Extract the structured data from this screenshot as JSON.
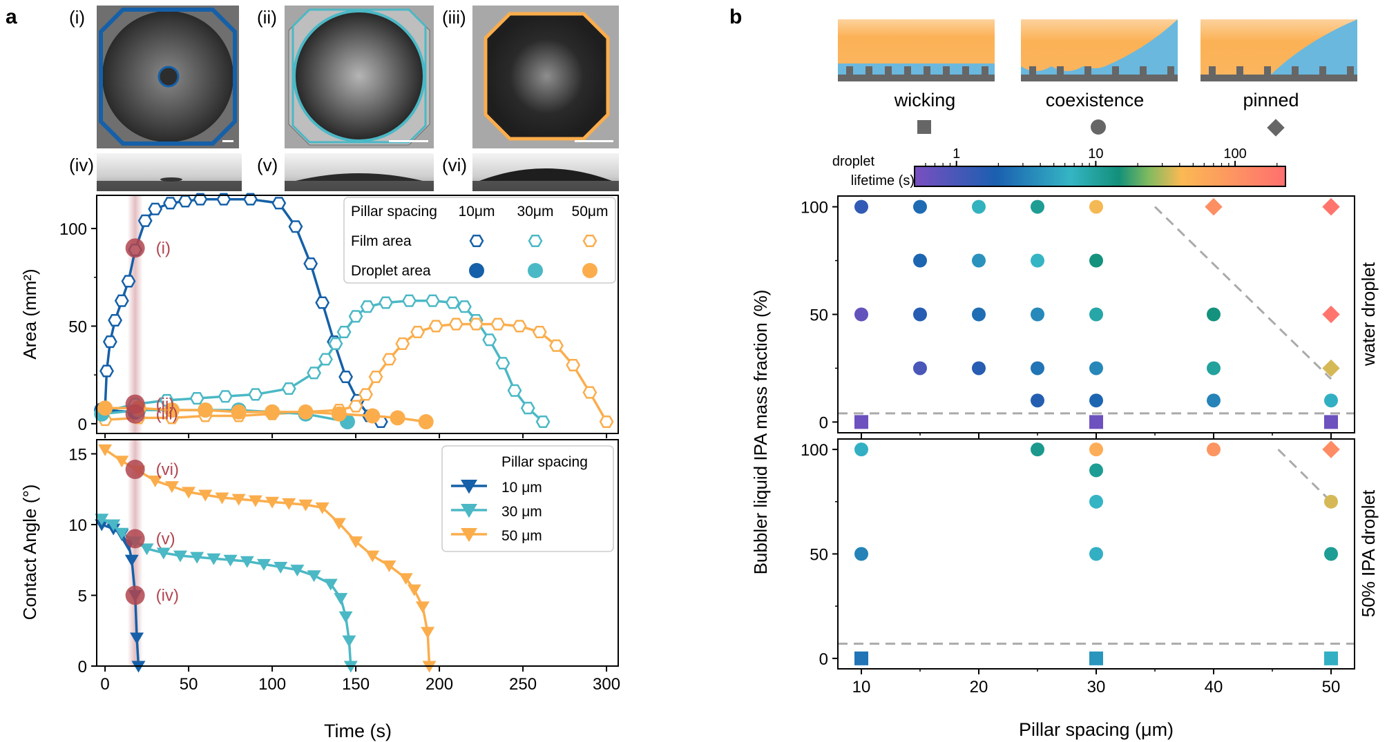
{
  "panels": {
    "a": "a",
    "b": "b"
  },
  "images": {
    "top": [
      "(i)",
      "(ii)",
      "(iii)"
    ],
    "side": [
      "(iv)",
      "(v)",
      "(vi)"
    ]
  },
  "colors": {
    "c10": "#1560a8",
    "c30": "#4bb8c5",
    "c50": "#fbad4c",
    "marker": "#b0454f",
    "grey": "#666666"
  },
  "chart_data": [
    {
      "type": "line",
      "id": "area",
      "xlabel": "",
      "ylabel": "Area (mm²)",
      "xlim": [
        -5,
        307
      ],
      "ylim": [
        -5,
        117
      ],
      "yticks": [
        0,
        50,
        100
      ],
      "grid": false,
      "legend": {
        "title": "Pillar spacing",
        "columns": [
          "10μm",
          "30μm",
          "50μm"
        ],
        "rows": [
          "Film area",
          "Droplet area"
        ],
        "placement": "top-right"
      },
      "series": [
        {
          "group": "10μm",
          "kind": "film",
          "x": [
            0,
            1,
            3,
            6,
            10,
            14,
            18,
            24,
            30,
            39,
            48,
            57,
            71,
            87,
            104,
            114,
            123,
            130,
            137,
            144,
            151,
            158,
            165
          ],
          "y": [
            8,
            27,
            42,
            53,
            63,
            73,
            89,
            104,
            110,
            113,
            114,
            115,
            115,
            115,
            113,
            101,
            82,
            62,
            42,
            24,
            12,
            4,
            1
          ]
        },
        {
          "group": "30μm",
          "kind": "film",
          "x": [
            -2,
            18,
            37,
            55,
            72,
            90,
            110,
            125,
            132,
            138,
            143,
            150,
            157,
            168,
            182,
            196,
            208,
            215,
            222,
            230,
            238,
            245,
            253,
            262
          ],
          "y": [
            6,
            10,
            12,
            13,
            14,
            15,
            18,
            26,
            33,
            41,
            47,
            55,
            60,
            62,
            63,
            63,
            62,
            60,
            53,
            43,
            31,
            17,
            8,
            1
          ]
        },
        {
          "group": "50μm",
          "kind": "film",
          "x": [
            0,
            20,
            40,
            60,
            80,
            100,
            120,
            140,
            150,
            156,
            162,
            170,
            178,
            187,
            198,
            210,
            222,
            235,
            248,
            260,
            270,
            280,
            290,
            300
          ],
          "y": [
            2,
            3,
            3,
            4,
            4,
            5,
            6,
            7,
            9,
            15,
            24,
            33,
            41,
            47,
            50,
            51,
            51,
            51,
            50,
            47,
            40,
            30,
            16,
            1
          ]
        },
        {
          "group": "10μm",
          "kind": "droplet",
          "x": [
            -2,
            18
          ],
          "y": [
            7,
            6
          ]
        },
        {
          "group": "30μm",
          "kind": "droplet",
          "x": [
            -2,
            20,
            40,
            60,
            80,
            100,
            120,
            145
          ],
          "y": [
            5,
            7,
            7,
            7,
            7,
            6,
            5,
            1
          ]
        },
        {
          "group": "50μm",
          "kind": "droplet",
          "x": [
            0,
            20,
            40,
            60,
            80,
            100,
            120,
            140,
            160,
            175,
            192
          ],
          "y": [
            8,
            8,
            7,
            7,
            6,
            6,
            6,
            5,
            4,
            3,
            1
          ]
        }
      ],
      "annotations": [
        {
          "label": "(i)",
          "x": 18,
          "y": 90
        },
        {
          "label": "(ii)",
          "x": 18,
          "y": 10
        },
        {
          "label": "(iii)",
          "x": 18,
          "y": 5
        }
      ],
      "highlight_x": 18
    },
    {
      "type": "line",
      "id": "angle",
      "xlabel": "Time (s)",
      "ylabel": "Contact Angle (°)",
      "xlim": [
        -5,
        307
      ],
      "ylim": [
        0,
        16
      ],
      "xticks": [
        0,
        50,
        100,
        150,
        200,
        250,
        300
      ],
      "yticks": [
        0,
        5,
        10,
        15
      ],
      "grid": false,
      "legend": {
        "title": "Pillar spacing",
        "entries": [
          "10 μm",
          "30 μm",
          "50 μm"
        ],
        "placement": "top-right"
      },
      "series": [
        {
          "name": "10 μm",
          "x": [
            -2,
            5,
            10,
            14,
            16,
            18,
            19,
            20
          ],
          "y": [
            10.0,
            9.7,
            9.3,
            8.6,
            7.5,
            5.0,
            2.0,
            0.0
          ]
        },
        {
          "name": "30 μm",
          "x": [
            -2,
            5,
            10,
            18,
            25,
            35,
            45,
            55,
            65,
            75,
            85,
            95,
            105,
            115,
            125,
            135,
            141,
            144,
            146,
            147
          ],
          "y": [
            10.4,
            10.0,
            9.4,
            8.8,
            8.3,
            8.0,
            7.8,
            7.7,
            7.6,
            7.5,
            7.4,
            7.2,
            7.0,
            6.8,
            6.4,
            5.8,
            4.8,
            3.5,
            1.8,
            0.0
          ]
        },
        {
          "name": "50 μm",
          "x": [
            0,
            10,
            20,
            30,
            40,
            50,
            60,
            70,
            80,
            90,
            100,
            110,
            120,
            130,
            140,
            150,
            160,
            170,
            180,
            185,
            190,
            193,
            194
          ],
          "y": [
            15.3,
            14.5,
            13.8,
            13.1,
            12.7,
            12.3,
            12.1,
            11.9,
            11.8,
            11.7,
            11.6,
            11.5,
            11.4,
            11.2,
            10.1,
            8.8,
            7.8,
            7.1,
            6.2,
            5.4,
            4.2,
            2.4,
            0.0
          ]
        }
      ],
      "annotations": [
        {
          "label": "(vi)",
          "x": 18,
          "y": 13.9
        },
        {
          "label": "(v)",
          "x": 18,
          "y": 9.0
        },
        {
          "label": "(iv)",
          "x": 18,
          "y": 5.0
        }
      ],
      "highlight_x": 18
    },
    {
      "type": "scatter",
      "id": "phase",
      "xlabel": "Pillar spacing (μm)",
      "ylabel": "Bubbler liquid IPA mass fraction (%)",
      "xlim": [
        8,
        52
      ],
      "xticks": [
        10,
        20,
        30,
        40,
        50
      ],
      "yticks": [
        0,
        50,
        100
      ],
      "grid": false,
      "regimes": [
        "wicking",
        "coexistence",
        "pinned"
      ],
      "regime_markers": [
        "square",
        "circle",
        "diamond"
      ],
      "colorbar": {
        "label_top": "droplet",
        "label_bottom": "lifetime (s)",
        "ticks": [
          "1",
          "10",
          "100"
        ],
        "scale": "log",
        "range": [
          0.5,
          230
        ]
      },
      "subplots": [
        {
          "side_label": "water droplet",
          "ylim": [
            -5,
            105
          ],
          "threshold": 4,
          "dashed_line": {
            "x": [
              35,
              50
            ],
            "y": [
              100,
              20
            ]
          },
          "points": [
            {
              "x": 10,
              "y": 100,
              "m": "circle",
              "t": 1.4
            },
            {
              "x": 15,
              "y": 100,
              "m": "circle",
              "t": 2.3
            },
            {
              "x": 20,
              "y": 100,
              "m": "circle",
              "t": 7
            },
            {
              "x": 25,
              "y": 100,
              "m": "circle",
              "t": 11
            },
            {
              "x": 30,
              "y": 100,
              "m": "circle",
              "t": 40
            },
            {
              "x": 40,
              "y": 100,
              "m": "diamond",
              "t": 110
            },
            {
              "x": 50,
              "y": 100,
              "m": "diamond",
              "t": 200
            },
            {
              "x": 15,
              "y": 75,
              "m": "circle",
              "t": 2.1
            },
            {
              "x": 20,
              "y": 75,
              "m": "circle",
              "t": 4
            },
            {
              "x": 25,
              "y": 75,
              "m": "circle",
              "t": 6.5
            },
            {
              "x": 30,
              "y": 75,
              "m": "circle",
              "t": 14
            },
            {
              "x": 10,
              "y": 50,
              "m": "circle",
              "t": 0.7
            },
            {
              "x": 15,
              "y": 50,
              "m": "circle",
              "t": 1.6
            },
            {
              "x": 20,
              "y": 50,
              "m": "circle",
              "t": 2.4
            },
            {
              "x": 25,
              "y": 50,
              "m": "circle",
              "t": 3.5
            },
            {
              "x": 30,
              "y": 50,
              "m": "circle",
              "t": 9
            },
            {
              "x": 40,
              "y": 50,
              "m": "circle",
              "t": 14
            },
            {
              "x": 50,
              "y": 50,
              "m": "diamond",
              "t": 200
            },
            {
              "x": 15,
              "y": 25,
              "m": "circle",
              "t": 1
            },
            {
              "x": 20,
              "y": 25,
              "m": "circle",
              "t": 1.6
            },
            {
              "x": 25,
              "y": 25,
              "m": "circle",
              "t": 2.6
            },
            {
              "x": 30,
              "y": 25,
              "m": "circle",
              "t": 3.4
            },
            {
              "x": 40,
              "y": 25,
              "m": "circle",
              "t": 10
            },
            {
              "x": 50,
              "y": 25,
              "m": "diamond",
              "t": 35
            },
            {
              "x": 25,
              "y": 10,
              "m": "circle",
              "t": 1.7
            },
            {
              "x": 30,
              "y": 10,
              "m": "circle",
              "t": 2.1
            },
            {
              "x": 40,
              "y": 10,
              "m": "circle",
              "t": 3.2
            },
            {
              "x": 50,
              "y": 10,
              "m": "circle",
              "t": 6
            },
            {
              "x": 10,
              "y": 0,
              "m": "square",
              "t": 0.6
            },
            {
              "x": 30,
              "y": 0,
              "m": "square",
              "t": 0.6
            },
            {
              "x": 50,
              "y": 0,
              "m": "square",
              "t": 0.6
            }
          ]
        },
        {
          "side_label": "50% IPA droplet",
          "ylim": [
            -5,
            105
          ],
          "threshold": 7,
          "dashed_line": {
            "x": [
              45.5,
              50
            ],
            "y": [
              100,
              75
            ]
          },
          "points": [
            {
              "x": 10,
              "y": 100,
              "m": "circle",
              "t": 6
            },
            {
              "x": 25,
              "y": 100,
              "m": "circle",
              "t": 12
            },
            {
              "x": 30,
              "y": 100,
              "m": "circle",
              "t": 55
            },
            {
              "x": 40,
              "y": 100,
              "m": "circle",
              "t": 95
            },
            {
              "x": 50,
              "y": 100,
              "m": "diamond",
              "t": 120
            },
            {
              "x": 30,
              "y": 90,
              "m": "circle",
              "t": 11
            },
            {
              "x": 30,
              "y": 75,
              "m": "circle",
              "t": 6.5
            },
            {
              "x": 50,
              "y": 75,
              "m": "circle",
              "t": 35
            },
            {
              "x": 10,
              "y": 50,
              "m": "circle",
              "t": 3.2
            },
            {
              "x": 30,
              "y": 50,
              "m": "circle",
              "t": 6
            },
            {
              "x": 50,
              "y": 50,
              "m": "circle",
              "t": 11
            },
            {
              "x": 10,
              "y": 0,
              "m": "square",
              "t": 2.6
            },
            {
              "x": 30,
              "y": 0,
              "m": "square",
              "t": 4.2
            },
            {
              "x": 50,
              "y": 0,
              "m": "square",
              "t": 6
            }
          ]
        }
      ]
    }
  ]
}
